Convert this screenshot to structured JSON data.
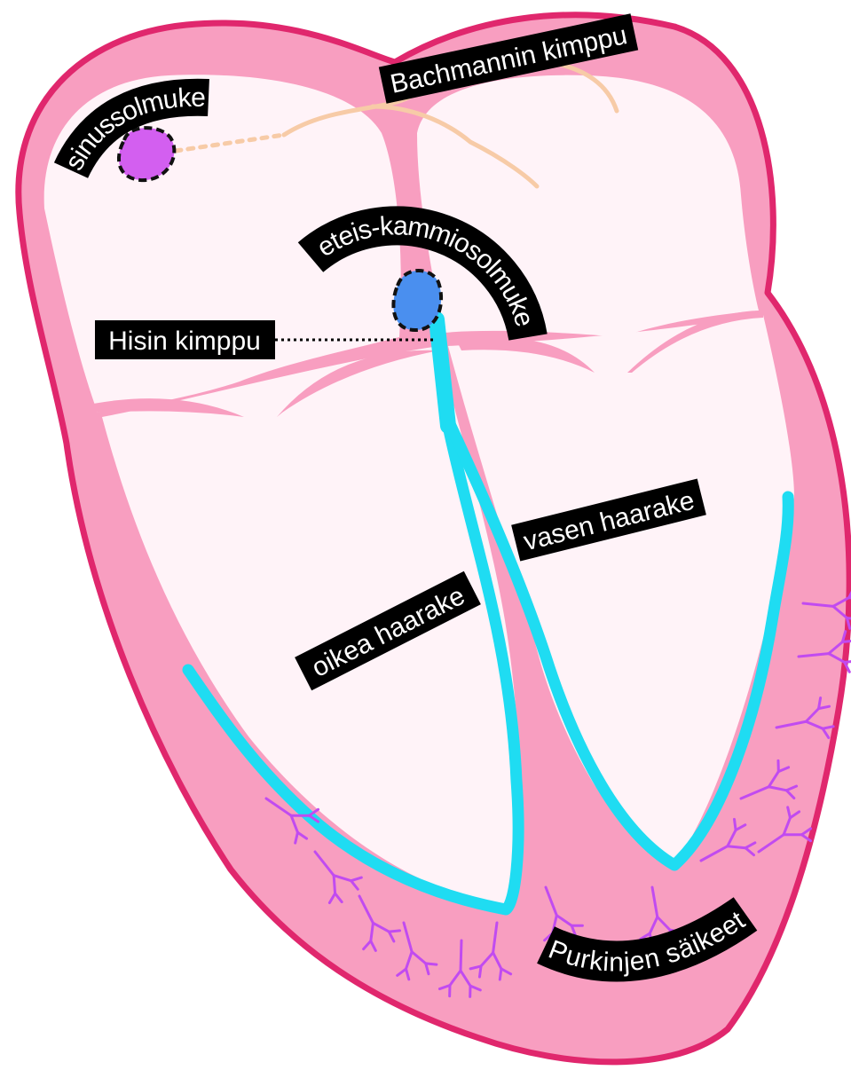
{
  "diagram": {
    "labels": {
      "sa_node": "sinussolmuke",
      "bachmann": "Bachmannin kimppu",
      "av_node": "eteis-kammiosolmuke",
      "his": "Hisin kimppu",
      "left_branch": "vasen haarake",
      "right_branch": "oikea haarake",
      "purkinje": "Purkinjen säikeet"
    },
    "colors": {
      "outline": "#e0276d",
      "wall": "#f89ec0",
      "chamber": "#fff3f8",
      "conduction": "#1fdcf2",
      "sa_node": "#d35ff0",
      "av_node": "#4a8fef",
      "bachmann": "#f7cba7",
      "purkinje": "#c14bf0",
      "label_bg": "#000000",
      "label_text": "#ffffff"
    }
  }
}
